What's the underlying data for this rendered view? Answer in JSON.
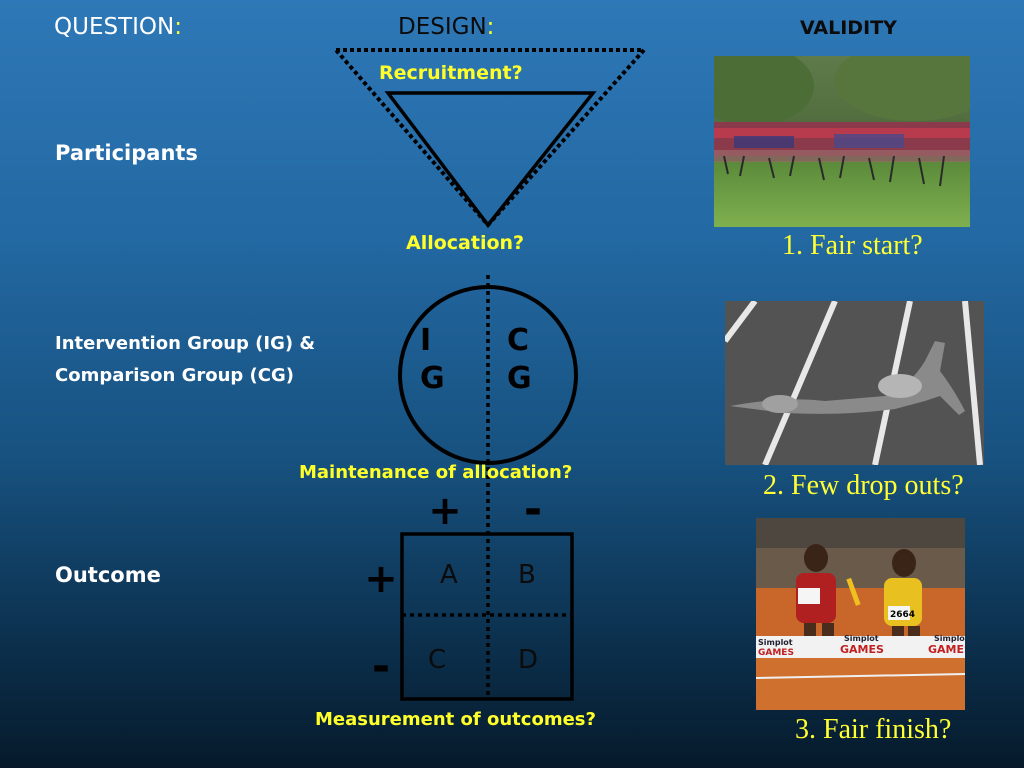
{
  "headers": {
    "question": "QUESTION",
    "question_colon": ":",
    "design": "DESIGN",
    "design_colon": ":",
    "validity": "VALIDITY"
  },
  "question_labels": {
    "participants": "Participants",
    "groups_line1": "Intervention Group (IG) &",
    "groups_line2": "Comparison Group (CG)",
    "outcome": "Outcome"
  },
  "design_labels": {
    "recruitment": "Recruitment?",
    "allocation": "Allocation?",
    "maintenance": "Maintenance of allocation?",
    "measurement": "Measurement of outcomes?"
  },
  "circle": {
    "left_top": "I",
    "left_bottom": "G",
    "right_top": "C",
    "right_bottom": "G"
  },
  "outcome_table": {
    "col_plus": "+",
    "col_minus": "-",
    "row_plus": "+",
    "row_minus": "-",
    "a": "A",
    "b": "B",
    "c": "C",
    "d": "D"
  },
  "validity_captions": {
    "fair_start": "1. Fair start?",
    "drop_outs": "2. Few drop outs?",
    "fair_finish": "3. Fair finish?"
  },
  "photo_banners": {
    "left": "Simplot",
    "left_sub": "GAMES",
    "mid": "Simplot",
    "mid_sub": "GAMES",
    "right": "Simplot",
    "right_sub": "GAMES",
    "bib": "2664"
  },
  "colors": {
    "label_yellow": "#ffff2a",
    "caption_yellow": "#ffff33",
    "white": "#ffffff"
  }
}
